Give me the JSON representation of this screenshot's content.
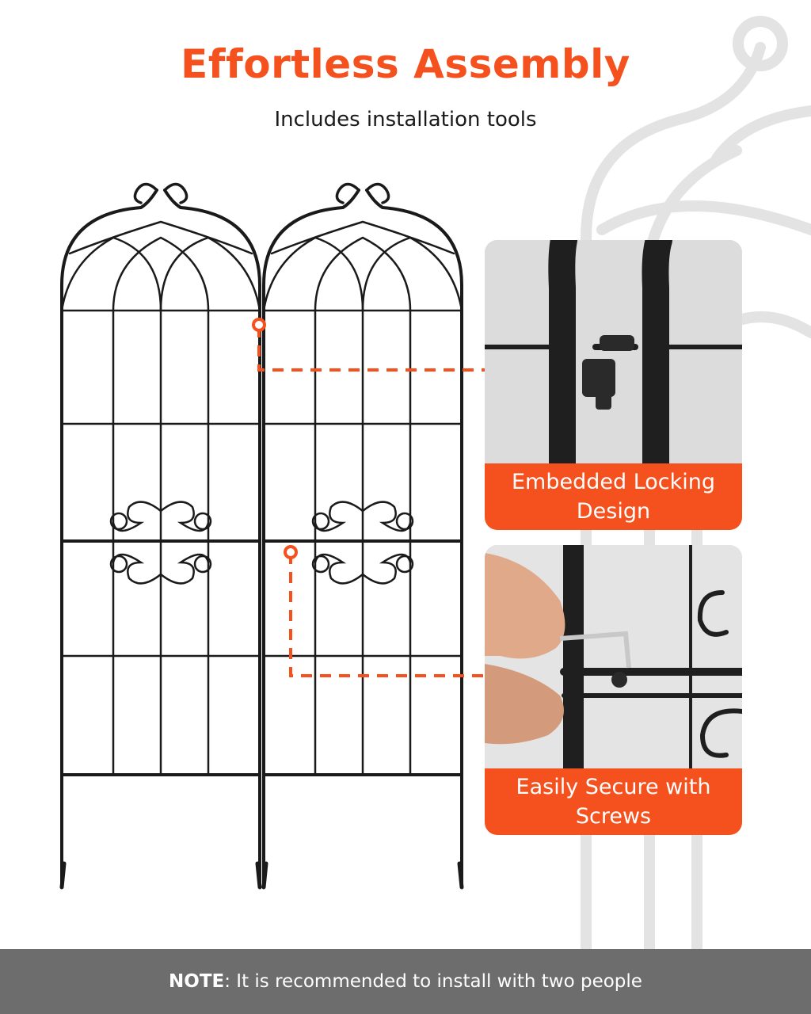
{
  "header": {
    "title": "Effortless Assembly",
    "subtitle": "Includes installation tools"
  },
  "features": [
    {
      "caption": "Embedded Locking Design"
    },
    {
      "caption": "Easily Secure with Screws"
    }
  ],
  "note": {
    "label": "NOTE",
    "text": ": It is recommended to install with two people"
  },
  "colors": {
    "accent": "#f4511e",
    "trellis": "#1a1a1a",
    "footer_bg": "#6d6d6d",
    "background_art": "#e2e2e2"
  }
}
